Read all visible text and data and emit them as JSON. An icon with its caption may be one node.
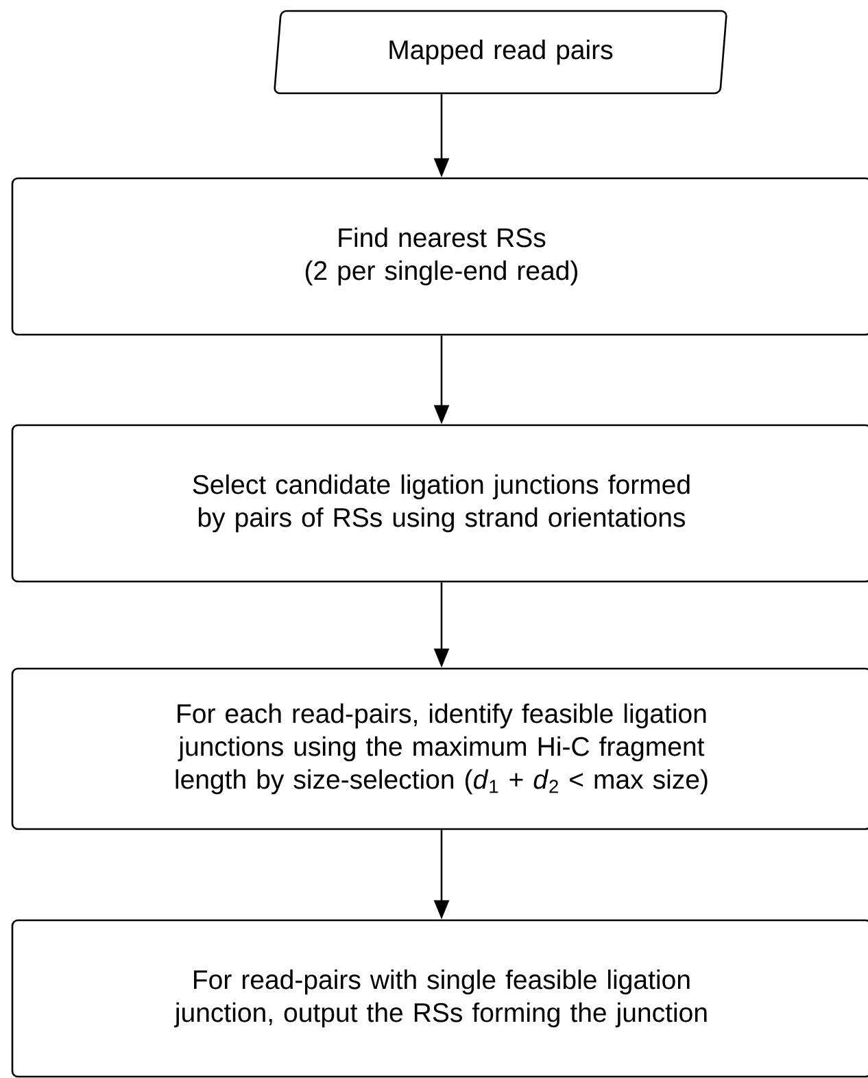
{
  "diagram": {
    "nodes": [
      {
        "text": [
          "Mapped read pairs"
        ]
      },
      {
        "text": [
          "Find nearest RSs",
          "(2 per single-end read)"
        ]
      },
      {
        "text": [
          "Select candidate ligation junctions formed by pairs of RSs using strand orientations"
        ]
      },
      {
        "text": [
          "For each read-pairs, identify feasible ligation junctions using the maximum Hi-C fragment length by size-selection (*d*$_{1}$ + *d*$_{2}$ < max size)"
        ]
      },
      {
        "text": [
          "For read-pairs with single feasible ligation junction, output the RSs forming the junction"
        ]
      }
    ],
    "edges": [
      {
        "from": 0,
        "to": 1,
        "arrow": "to"
      },
      {
        "from": 1,
        "to": 2,
        "arrow": "to"
      },
      {
        "from": 2,
        "to": 3,
        "arrow": "to"
      },
      {
        "from": 3,
        "to": 4,
        "arrow": "to"
      }
    ]
  }
}
